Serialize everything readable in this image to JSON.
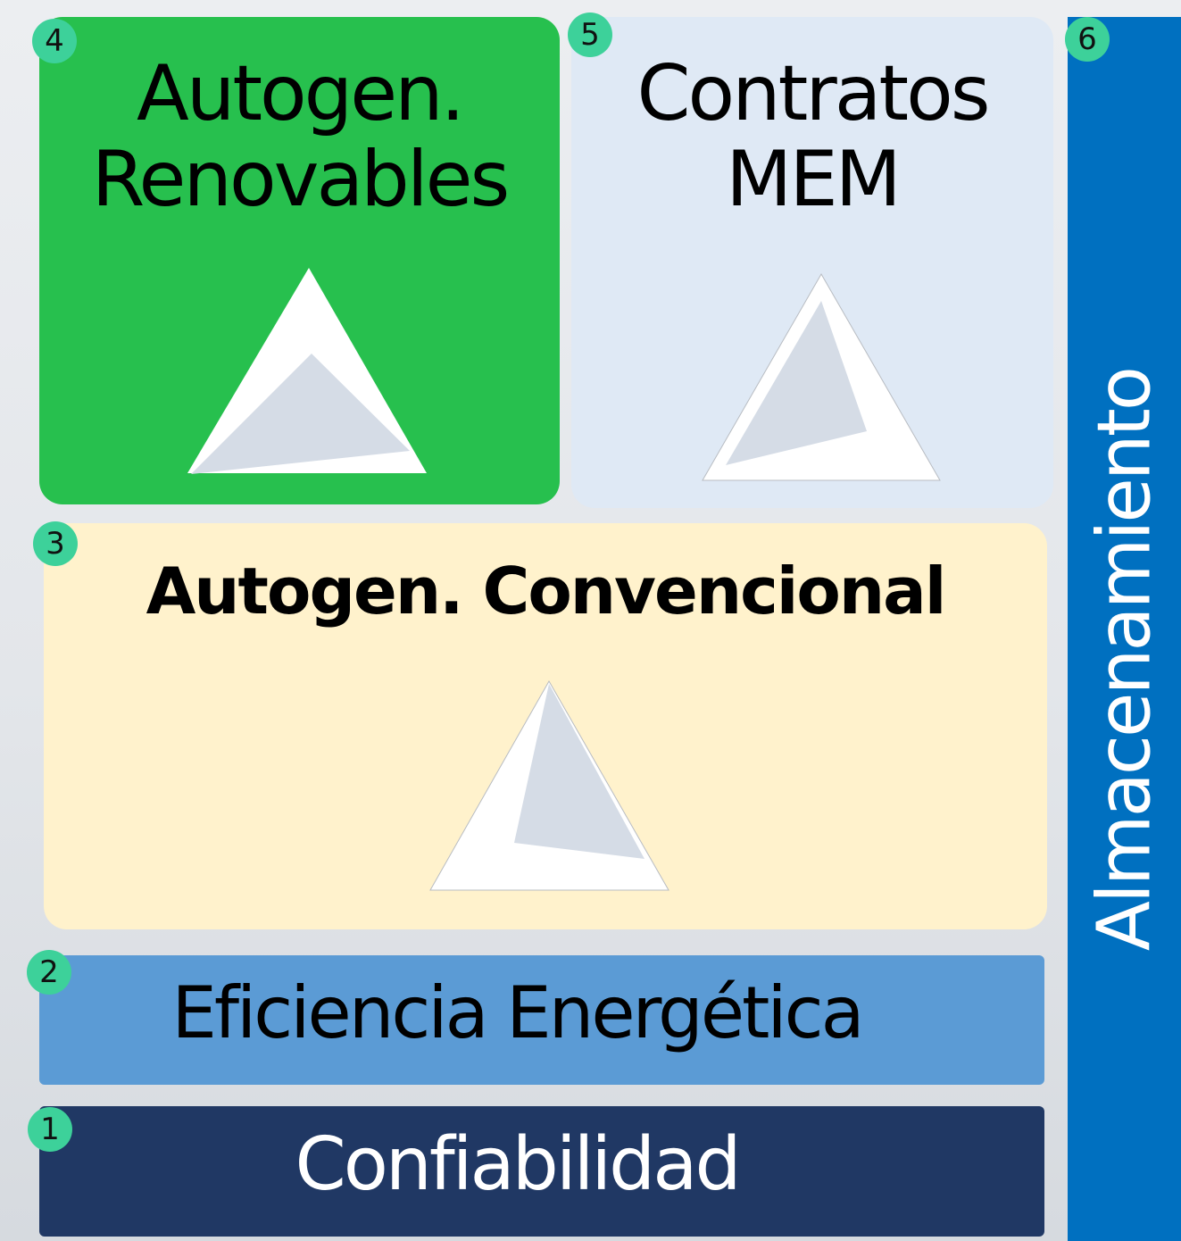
{
  "blocks": {
    "renovables": {
      "number": "4",
      "line1": "Autogen.",
      "line2": "Renovables",
      "color": "#27c04e"
    },
    "mem": {
      "number": "5",
      "line1": "Contratos",
      "line2": "MEM",
      "color": "#dfe9f5"
    },
    "almacenamiento": {
      "number": "6",
      "label": "Almacenamiento",
      "color": "#0070c0"
    },
    "convencional": {
      "number": "3",
      "label": "Autogen. Convencional",
      "color": "#fff2cc"
    },
    "eficiencia": {
      "number": "2",
      "label": "Eficiencia Energética",
      "color": "#5b9bd5"
    },
    "confiabilidad": {
      "number": "1",
      "label": "Confiabilidad",
      "color": "#203864"
    }
  },
  "badge_color": "#3dd19a"
}
